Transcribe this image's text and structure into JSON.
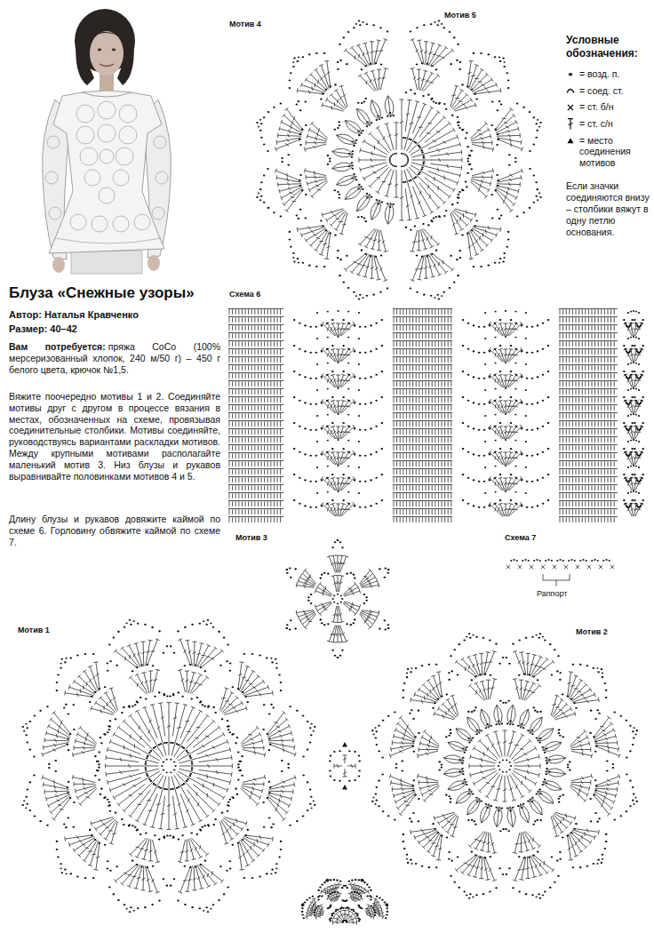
{
  "diagram": {
    "title": "Блуза «Снежные узоры»",
    "labels": [
      "Мотив 4",
      "Мотив 5",
      "Условные обозначения:",
      "Если значки соединяются внизу – столбики вяжут в одну петлю основания.",
      "Схема 6",
      "Автор: Наталья Кравченко",
      "Размер: 40–42",
      "Вам потребуется:",
      "пряжа CoCo (100% мерсеризованный хлопок, 240 м/50 г) – 450 г белого цвета, крючок №1,5.",
      "Вяжите поочередно мотивы 1 и 2. Соединяйте мотивы друг с другом в процессе вязания в местах, обозначенных на схеме, провязывая соединительные столбики. Мотивы соединяйте, руководствуясь вариантами раскладки мотивов. Между крупными мотивами располагайте маленький мотив 3. Низ блузы и рукавов выравнивайте половинками мотивов 4 и 5.",
      "Длину блузы и рукавов довяжите каймой по схеме 6. Горловину обвяжите каймой по схеме 7.",
      "Мотив 3",
      "Схема 7",
      "Раппорт",
      "Мотив 1",
      "Мотив 2"
    ],
    "legend": [
      {
        "text": "= возд. п."
      },
      {
        "text": "= соед. ст."
      },
      {
        "text": "= ст. б/н"
      },
      {
        "text": "= ст. с/н"
      },
      {
        "text": "= место соединения мотивов"
      }
    ]
  }
}
